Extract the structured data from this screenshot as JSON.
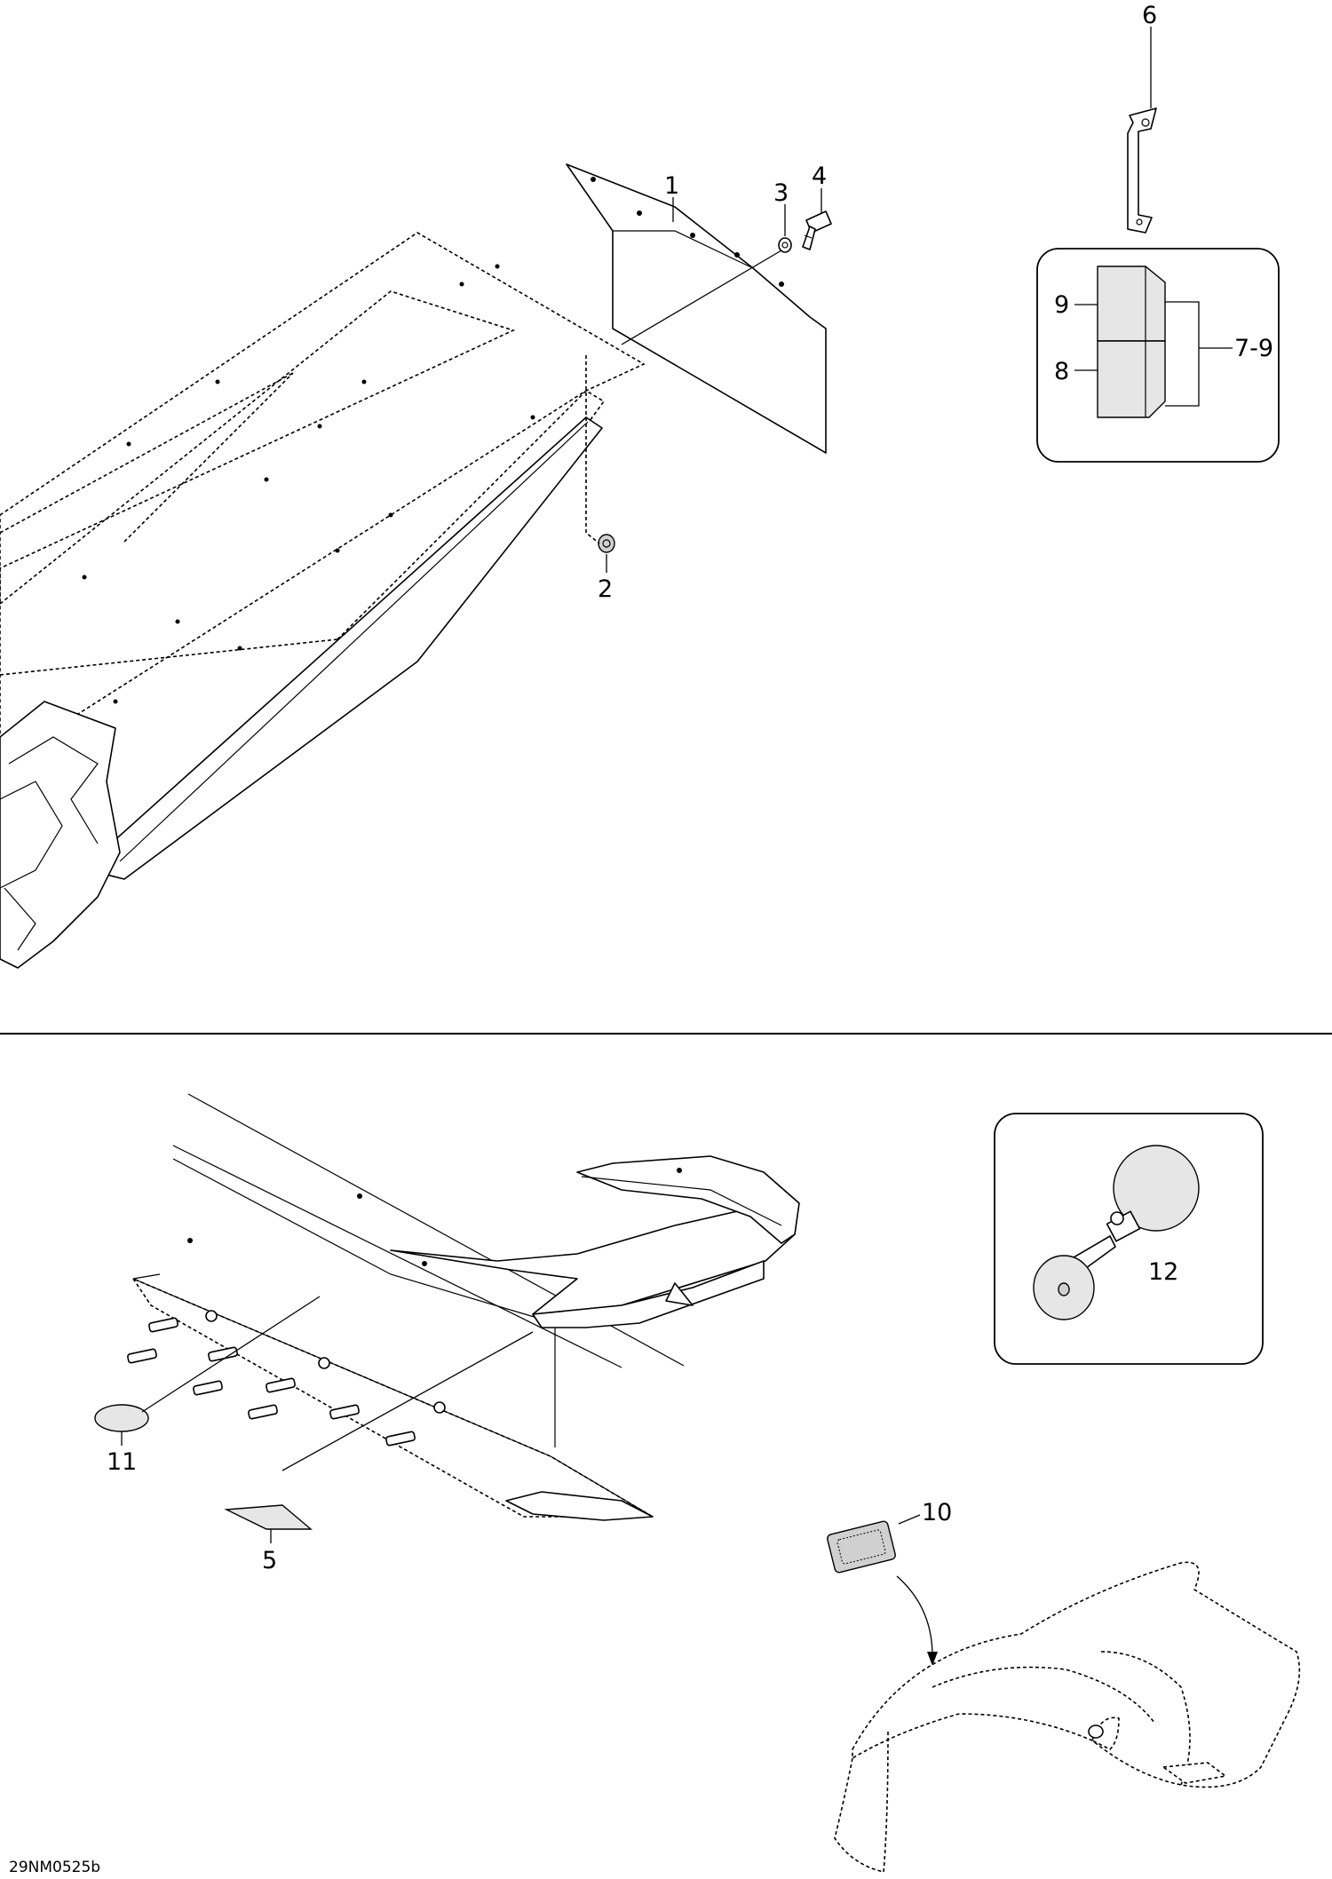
{
  "callouts": {
    "c1": "1",
    "c2": "2",
    "c3": "3",
    "c4": "4",
    "c5": "5",
    "c6": "6",
    "c7_9": "7-9",
    "c8": "8",
    "c9": "9",
    "c10": "10",
    "c11": "11",
    "c12": "12"
  },
  "drawing_code": "29NM0525b",
  "icons": {
    "snowflap": "snowflap-icon",
    "nut": "nut-icon",
    "washer": "washer-icon",
    "screw": "screw-icon",
    "bracket": "bracket-icon",
    "battery": "cell-icon",
    "horn": "horn-icon",
    "decal": "decal-icon",
    "rear_bumper": "rear-bumper-icon",
    "fender": "fender-icon"
  }
}
